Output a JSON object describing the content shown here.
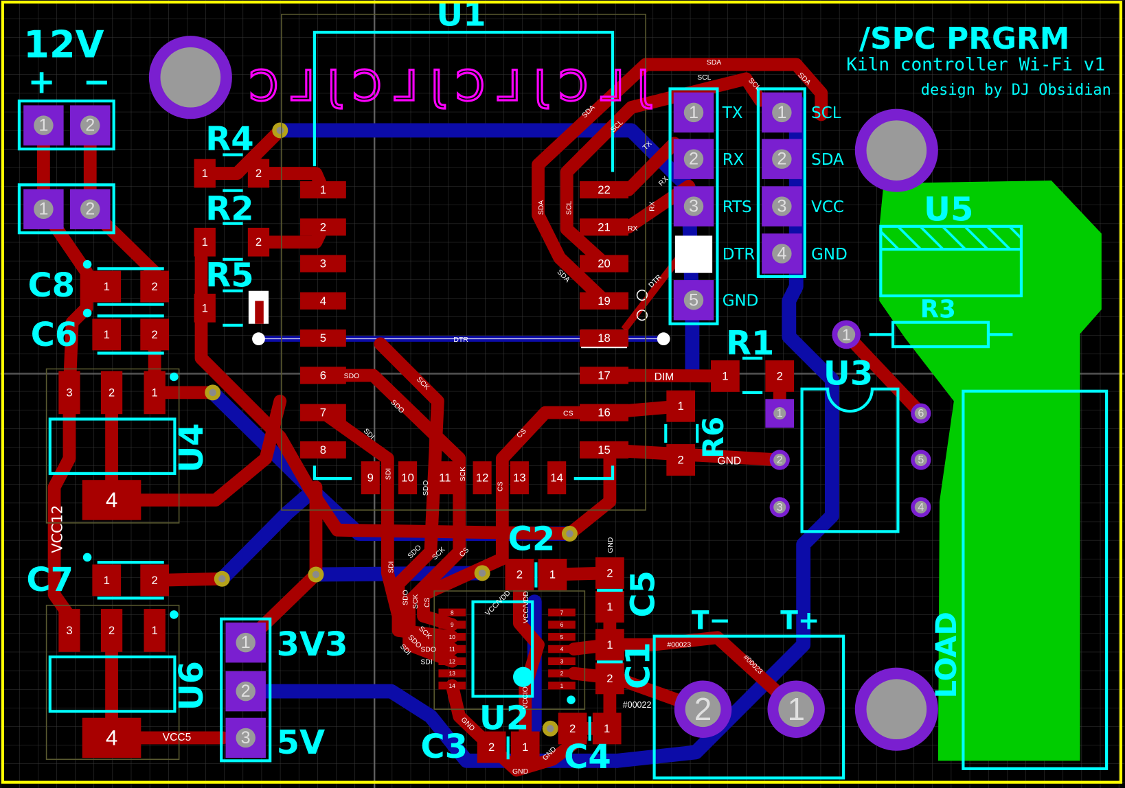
{
  "board": {
    "title": "/SPC PRGRM",
    "subtitle": "Kiln controller Wi-Fi v1",
    "credit": "design by DJ Obsidian",
    "logo_text": "JLCJLCJLCJLC"
  },
  "colors": {
    "background": "#000000",
    "board_edge": "#ffff00",
    "top_copper": "#a80000",
    "bottom_copper": "#0c0ca8",
    "silkscreen": "#00ffff",
    "tht_pad": "#7a1fd0",
    "load_pour": "#00cc00"
  },
  "designators": {
    "power_in": "12V",
    "plus": "+",
    "minus": "−",
    "u1": "U1",
    "r4": "R4",
    "r2": "R2",
    "r5": "R5",
    "c8": "C8",
    "c6": "C6",
    "u4": "U4",
    "vcc12": "VCC12",
    "c7": "C7",
    "u6": "U6",
    "v33": "3V3",
    "v5": "5V",
    "c2": "C2",
    "c5": "C5",
    "c1": "C1",
    "u2": "U2",
    "c3": "C3",
    "c4": "C4",
    "tminus": "T−",
    "tplus": "T+",
    "load": "LOAD",
    "u5": "U5",
    "r3": "R3",
    "u3": "U3",
    "r1": "R1",
    "r6": "R6"
  },
  "serial_header": {
    "labels": [
      "TX",
      "RX",
      "RTS",
      "DTR",
      "GND"
    ],
    "pins": [
      "1",
      "2",
      "3",
      "4",
      "5"
    ]
  },
  "i2c_header": {
    "labels": [
      "SCL",
      "SDA",
      "VCC",
      "GND"
    ],
    "pins": [
      "1",
      "2",
      "3",
      "4"
    ]
  },
  "nets": {
    "sda": "SDA",
    "scl": "SCL",
    "rx": "RX",
    "tx": "TX",
    "dtr": "DTR",
    "dim": "DIM",
    "gnd": "GND",
    "vcc5": "VCC5",
    "sdo": "SDO",
    "sck": "SCK",
    "sdi": "SDI",
    "cs": "CS",
    "n23": "#00023",
    "n22": "#00022",
    "vccvdd": "VCC/VDD",
    "vccio": "VCCIO"
  },
  "u1_pins": {
    "left": [
      "1",
      "2",
      "3",
      "4",
      "5",
      "6",
      "7",
      "8"
    ],
    "bottom": [
      "9",
      "10",
      "11",
      "12",
      "13",
      "14"
    ],
    "right": [
      "22",
      "21",
      "20",
      "19",
      "18",
      "17",
      "16",
      "15"
    ]
  },
  "u2_pins": {
    "left": [
      "8",
      "9",
      "10",
      "11",
      "12",
      "13",
      "14"
    ],
    "right": [
      "7",
      "6",
      "5",
      "4",
      "3",
      "2",
      "1"
    ]
  },
  "two_pin_parts": [
    {
      "ref": "R4",
      "pins": [
        "1",
        "2"
      ]
    },
    {
      "ref": "R2",
      "pins": [
        "1",
        "2"
      ]
    },
    {
      "ref": "R5",
      "pins": [
        "1"
      ]
    },
    {
      "ref": "C8",
      "pins": [
        "1",
        "2"
      ]
    },
    {
      "ref": "C6",
      "pins": [
        "1",
        "2"
      ]
    },
    {
      "ref": "C7",
      "pins": [
        "1",
        "2"
      ]
    },
    {
      "ref": "C2",
      "pins": [
        "2",
        "1"
      ]
    },
    {
      "ref": "C5",
      "pins": [
        "2",
        "1"
      ]
    },
    {
      "ref": "C1",
      "pins": [
        "1",
        "2"
      ]
    },
    {
      "ref": "C3",
      "pins": [
        "2",
        "1"
      ]
    },
    {
      "ref": "C4",
      "pins": [
        "2",
        "1"
      ]
    },
    {
      "ref": "R1",
      "pins": [
        "1",
        "2"
      ]
    },
    {
      "ref": "R6",
      "pins": [
        "1",
        "2"
      ]
    }
  ],
  "regulators": {
    "u4": {
      "pins": [
        "3",
        "2",
        "1",
        "4"
      ]
    },
    "u6": {
      "pins": [
        "3",
        "2",
        "1",
        "4"
      ]
    }
  },
  "tht": {
    "power_a": [
      "1",
      "2"
    ],
    "power_b": [
      "1",
      "2"
    ],
    "v_header": [
      "1",
      "2",
      "3"
    ],
    "u3": [
      "1",
      "2",
      "3",
      "6",
      "5",
      "4"
    ],
    "r3": [
      "1"
    ],
    "thermo": [
      "2",
      "1"
    ]
  }
}
